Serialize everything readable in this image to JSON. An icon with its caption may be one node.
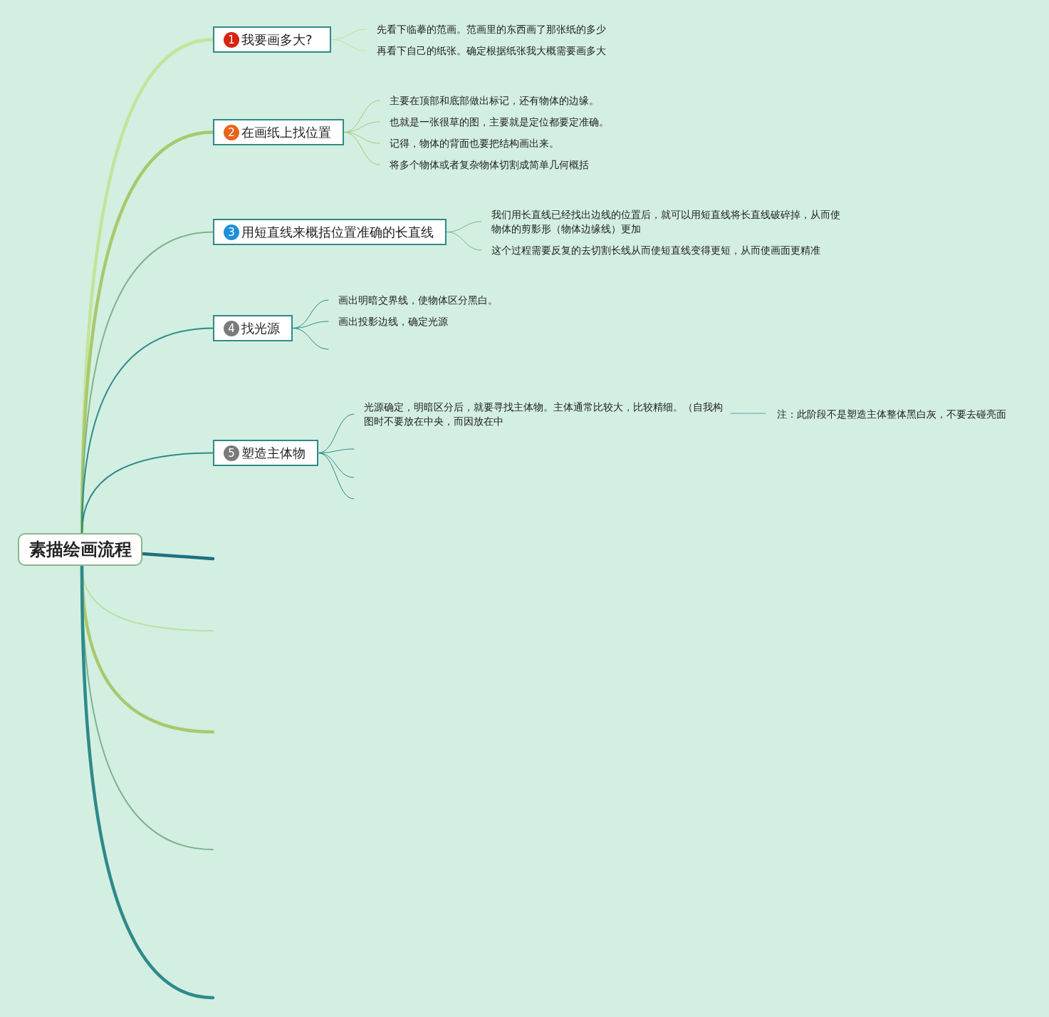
{
  "diagram": {
    "nodes": [
      {
        "text": [
          "素描绘画流程"
        ]
      },
      {
        "text": [
          "1",
          "我要画多大?"
        ]
      },
      {
        "text": [
          "2",
          "在画纸上找位置"
        ]
      },
      {
        "text": [
          "3",
          "用短直线来概括位置准确的长直线"
        ]
      },
      {
        "text": [
          "4",
          "找光源"
        ]
      },
      {
        "text": [
          "5",
          "塑造主体物"
        ]
      },
      {
        "text": [
          "先看下临摹的范画。范画里的东西画了那张纸的多少"
        ]
      },
      {
        "text": [
          "再看下自己的纸张。确定根据纸张我大概需要画多大"
        ]
      },
      {
        "text": [
          "主要在顶部和底部做出标记，还有物体的边缘。"
        ]
      },
      {
        "text": [
          "也就是一张很草的图，主要就是定位都要定准确。"
        ]
      },
      {
        "text": [
          "记得，物体的背面也要把结构画出来。"
        ]
      },
      {
        "text": [
          "将多个物体或者复杂物体切割成简单几何概括"
        ]
      },
      {
        "text": [
          "我们用长直线已经找出边线的位置后，就可以用短直线将长直线破碎掉，从而使物体的剪影形（物体边缘线）更加"
        ]
      },
      {
        "text": [
          "这个过程需要反复的去切割长线从而使短直线变得更短，从而使画面更精准"
        ]
      },
      {
        "text": [
          "画出明暗交界线，使物体区分黑白。"
        ]
      },
      {
        "text": [
          "画出投影边线，确定光源"
        ]
      },
      {
        "text": [
          "光源确定，明暗区分后，就要寻找主体物。主体通常比较大，比较精细。（自我构图时不要放在中央，而因放在中"
        ]
      },
      {
        "text": [
          "注：此阶段不是塑造主体整体黑白灰，不要去碰亮面"
        ]
      }
    ],
    "edges": [
      {
        "from": 0,
        "to": 1,
        "arrow": "none",
        "style": "thick",
        "color": "#c3e49a"
      },
      {
        "from": 0,
        "to": 2,
        "arrow": "none",
        "style": "thick",
        "color": "#a8c96c"
      },
      {
        "from": 0,
        "to": 3,
        "arrow": "none",
        "color": "#7db38c"
      },
      {
        "from": 0,
        "to": 4,
        "arrow": "none",
        "color": "#2e8a8a"
      },
      {
        "from": 0,
        "to": 5,
        "arrow": "none",
        "color": "#2e8a8a"
      },
      {
        "from": 0,
        "to": null,
        "arrow": "none",
        "style": "thick",
        "color": "#1f6f80"
      },
      {
        "from": 0,
        "to": null,
        "arrow": "none",
        "color": "#b7e2a0"
      },
      {
        "from": 0,
        "to": null,
        "arrow": "none",
        "style": "thick",
        "color": "#a8c96c"
      },
      {
        "from": 0,
        "to": null,
        "arrow": "none",
        "color": "#7db38c"
      },
      {
        "from": 0,
        "to": null,
        "arrow": "none",
        "style": "thick",
        "color": "#2e8a8a"
      },
      {
        "from": 1,
        "to": 6,
        "arrow": "none",
        "color": "#c3e49a"
      },
      {
        "from": 1,
        "to": 7,
        "arrow": "none",
        "color": "#c3e49a"
      },
      {
        "from": 2,
        "to": 8,
        "arrow": "none",
        "color": "#a8c96c"
      },
      {
        "from": 2,
        "to": 9,
        "arrow": "none",
        "color": "#a8c96c"
      },
      {
        "from": 2,
        "to": 10,
        "arrow": "none",
        "color": "#a8c96c"
      },
      {
        "from": 2,
        "to": 11,
        "arrow": "none",
        "color": "#a8c96c"
      },
      {
        "from": 3,
        "to": 12,
        "arrow": "none",
        "color": "#7db38c"
      },
      {
        "from": 3,
        "to": 13,
        "arrow": "none",
        "color": "#7db38c"
      },
      {
        "from": 4,
        "to": 14,
        "arrow": "none",
        "color": "#2e8a8a"
      },
      {
        "from": 4,
        "to": 15,
        "arrow": "none",
        "color": "#2e8a8a"
      },
      {
        "from": 4,
        "to": null,
        "arrow": "none",
        "color": "#2e8a8a"
      },
      {
        "from": 5,
        "to": 16,
        "arrow": "none",
        "color": "#2e8a8a"
      },
      {
        "from": 5,
        "to": null,
        "arrow": "none",
        "color": "#2e8a8a"
      },
      {
        "from": 5,
        "to": null,
        "arrow": "none",
        "color": "#2e8a8a"
      },
      {
        "from": 5,
        "to": null,
        "arrow": "none",
        "color": "#2e8a8a"
      },
      {
        "from": 16,
        "to": 17,
        "arrow": "none",
        "color": "#5aa5a5"
      }
    ]
  }
}
